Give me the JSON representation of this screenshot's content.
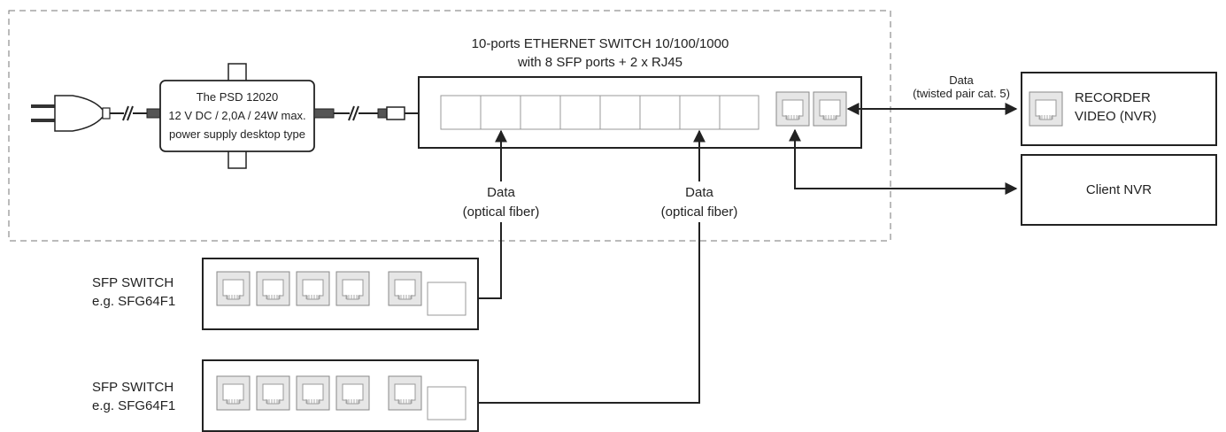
{
  "switch_main": {
    "title_line1": "10-ports  ETHERNET SWITCH 10/100/1000",
    "title_line2": "with 8 SFP ports + 2 x RJ45"
  },
  "psu": {
    "line1": "The PSD 12020",
    "line2": "12 V  DC / 2,0A / 24W max.",
    "line3": "power supply desktop type"
  },
  "link_nvr": {
    "line1": "Data",
    "line2": "(twisted pair cat. 5)"
  },
  "recorder": {
    "line1": "RECORDER",
    "line2": "VIDEO (NVR)"
  },
  "client": {
    "label": "Client NVR"
  },
  "fiber_links": [
    {
      "line1": "Data",
      "line2": "(optical fiber)"
    },
    {
      "line1": "Data",
      "line2": "(optical fiber)"
    }
  ],
  "sfp_switches": [
    {
      "line1": "SFP SWITCH",
      "line2": "e.g. SFG64F1"
    },
    {
      "line1": "SFP SWITCH",
      "line2": "e.g. SFG64F1"
    }
  ],
  "colors": {
    "line": "#222222",
    "port_fill": "#e6e6e6",
    "dashed_border": "#777777"
  }
}
